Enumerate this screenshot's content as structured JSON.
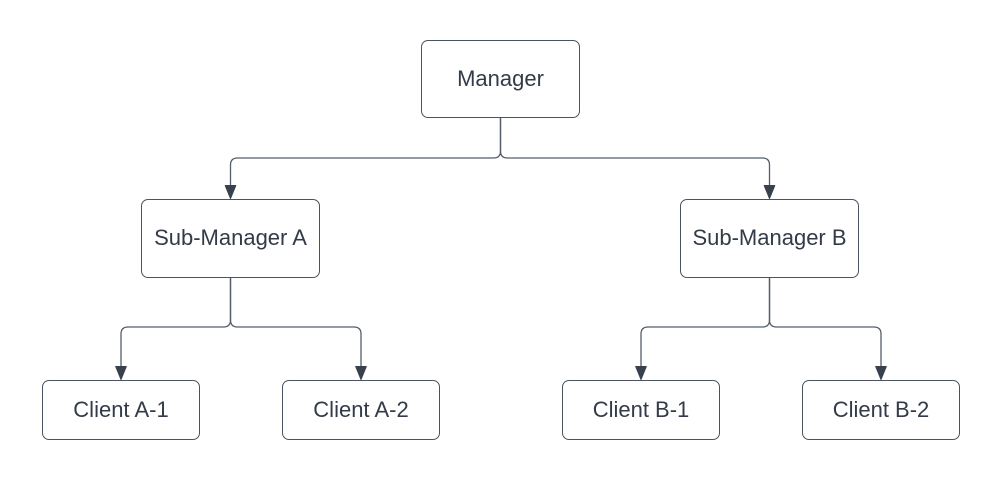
{
  "diagram": {
    "type": "org-chart",
    "nodes": {
      "manager": {
        "label": "Manager"
      },
      "sub_manager_a": {
        "label": "Sub-Manager A"
      },
      "sub_manager_b": {
        "label": "Sub-Manager B"
      },
      "client_a1": {
        "label": "Client A-1"
      },
      "client_a2": {
        "label": "Client A-2"
      },
      "client_b1": {
        "label": "Client B-1"
      },
      "client_b2": {
        "label": "Client B-2"
      }
    },
    "edges": [
      {
        "from": "Manager",
        "to": "Sub-Manager A",
        "arrow": "filled-triangle"
      },
      {
        "from": "Manager",
        "to": "Sub-Manager B",
        "arrow": "filled-triangle"
      },
      {
        "from": "Sub-Manager A",
        "to": "Client A-1",
        "arrow": "filled-triangle"
      },
      {
        "from": "Sub-Manager A",
        "to": "Client A-2",
        "arrow": "filled-triangle"
      },
      {
        "from": "Sub-Manager B",
        "to": "Client B-1",
        "arrow": "filled-triangle"
      },
      {
        "from": "Sub-Manager B",
        "to": "Client B-2",
        "arrow": "filled-triangle"
      }
    ],
    "colors": {
      "background": "#ffffff",
      "node_fill": "#ffffff",
      "node_border": "#4a5362",
      "connector": "#545d6b",
      "arrowhead": "#39414f",
      "text": "#333b48"
    }
  }
}
